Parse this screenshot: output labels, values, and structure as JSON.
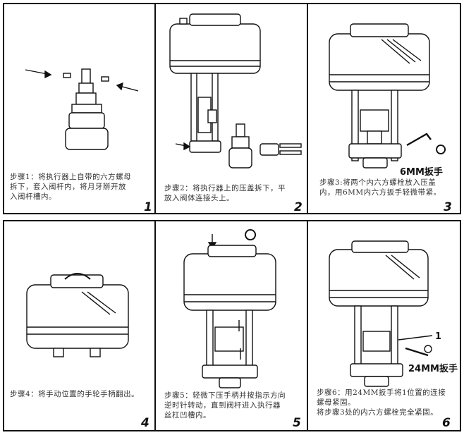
{
  "steps": [
    {
      "caption": "步骤1：将执行器上自带的六方螺母\n拆下，套入阀杆内，将月牙掰开放\n入阀杆槽内。",
      "number": "1"
    },
    {
      "caption": "步骤2：将执行器上的压盖拆下，平\n放入阀体连接头上。",
      "number": "2"
    },
    {
      "caption": "步骤3:将两个内六方螺栓放入压盖\n内，用6MM内六方扳手轻微带紧。",
      "number": "3",
      "tool_label": "6MM扳手"
    },
    {
      "caption": "步骤4：将手动位置的手轮手柄翻出。",
      "number": "4"
    },
    {
      "caption": "步骤5：轻微下压手柄并按指示方向\n逆时针转动，直到阀杆进入执行器\n丝杠凹槽内。",
      "number": "5"
    },
    {
      "caption": "步骤6：用24MM扳手将1位置的连接\n螺母紧固。\n将步骤3处的内六方螺栓完全紧固。",
      "number": "6",
      "tool_label": "24MM扳手",
      "callout": "1"
    }
  ]
}
